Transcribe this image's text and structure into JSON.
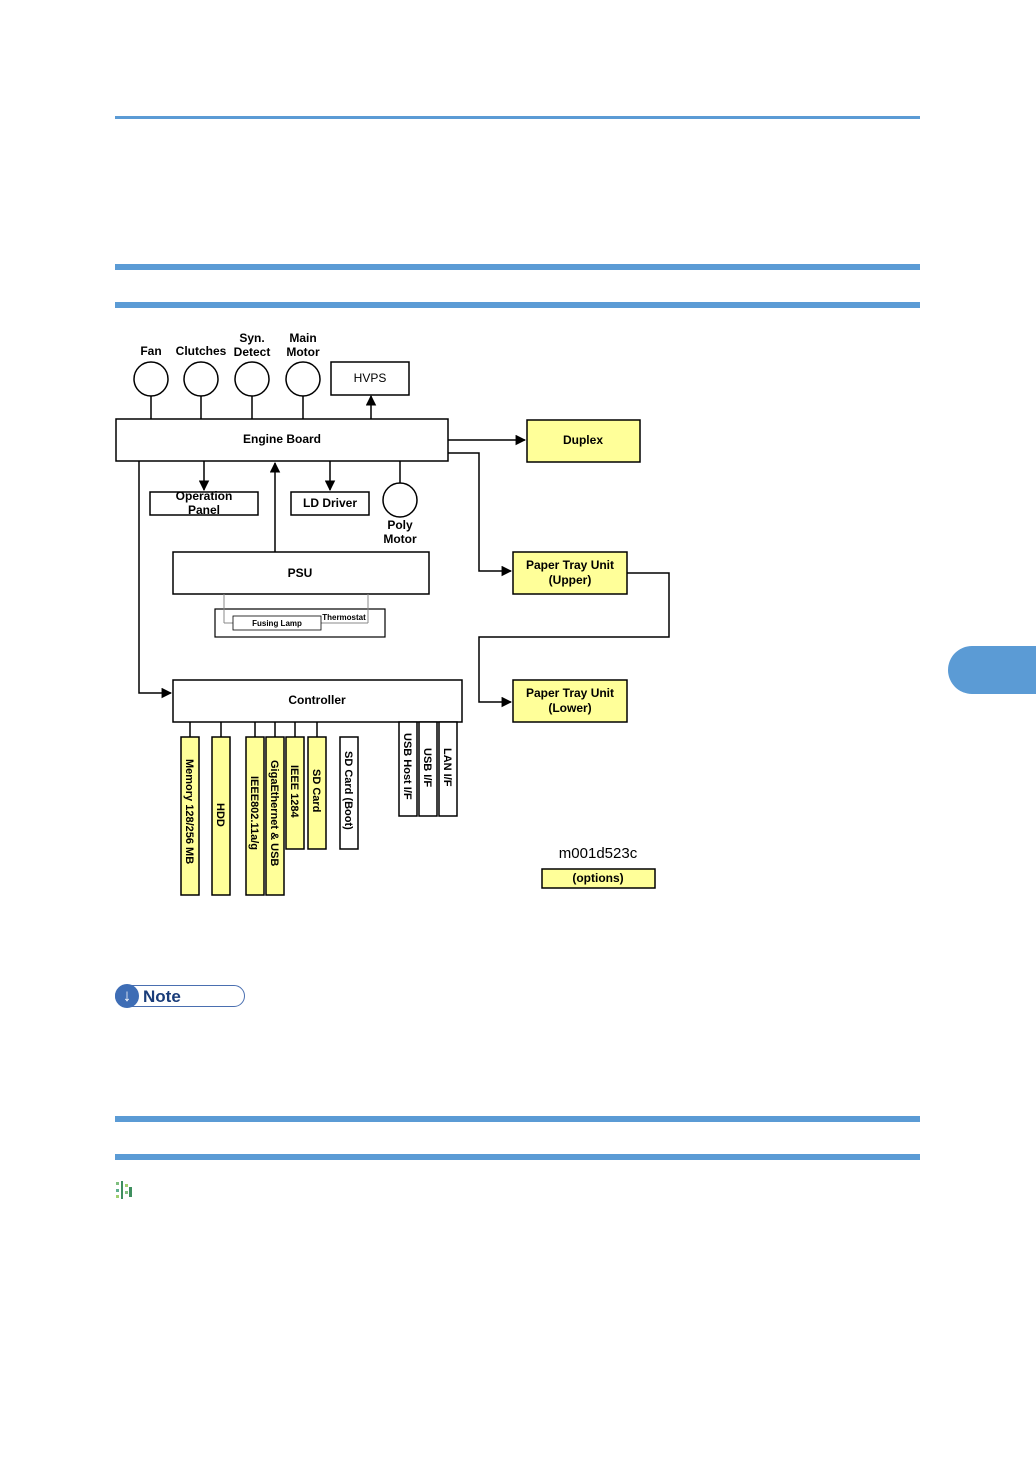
{
  "diagram": {
    "top_labels": {
      "fan": "Fan",
      "clutches": "Clutches",
      "syn_detect_1": "Syn.",
      "syn_detect_2": "Detect",
      "main_motor_1": "Main",
      "main_motor_2": "Motor"
    },
    "hvps": "HVPS",
    "engine_board": "Engine Board",
    "duplex": "Duplex",
    "operation_panel_1": "Operation",
    "operation_panel_2": "Panel",
    "ld_driver": "LD Driver",
    "poly_motor_1": "Poly",
    "poly_motor_2": "Motor",
    "psu": "PSU",
    "fusing_lamp": "Fusing Lamp",
    "thermostat": "Thermostat",
    "paper_tray_upper_1": "Paper Tray Unit",
    "paper_tray_upper_2": "(Upper)",
    "paper_tray_lower_1": "Paper Tray Unit",
    "paper_tray_lower_2": "(Lower)",
    "controller": "Controller",
    "slots": {
      "memory": "Memory 128/256 MB",
      "hdd": "HDD",
      "wireless": "IEEE802.11a/g",
      "gigaethernet": "GigaEthernet & USB",
      "ieee1284": "IEEE 1284",
      "sd_card": "SD Card",
      "sd_card_boot": "SD Card (Boot)",
      "usb_host": "USB Host I/F",
      "usb_if": "USB I/F",
      "lan_if": "LAN I/F"
    },
    "figure_id": "m001d523c",
    "legend_options": "(options)"
  },
  "note": {
    "label": "Note"
  },
  "colors": {
    "accent_blue": "#5b9bd5",
    "option_yellow": "#ffff99"
  }
}
